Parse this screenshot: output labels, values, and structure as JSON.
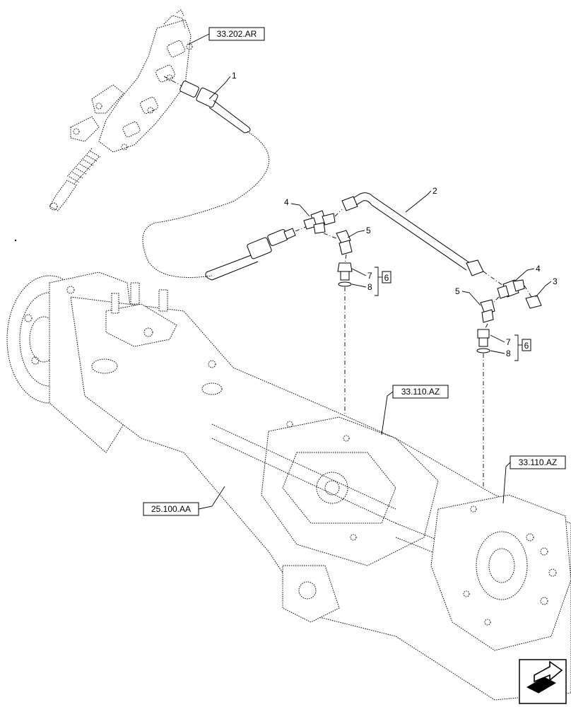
{
  "references": {
    "steering_valve": "33.202.AR",
    "axle_right": "33.110.AZ",
    "axle_far": "33.110.AZ",
    "front_axle": "25.100.AA"
  },
  "callouts": {
    "hose": "1",
    "tube": "2",
    "cap": "3",
    "tee_left": "4",
    "tee_right": "4",
    "elbow_left": "5",
    "elbow_right": "5",
    "adapter_left": "7",
    "adapter_right": "7",
    "seal_left": "8",
    "seal_right": "8",
    "kit_left": "6",
    "kit_right": "6"
  },
  "icons": {
    "navigation": "next-page-arrow-icon"
  }
}
